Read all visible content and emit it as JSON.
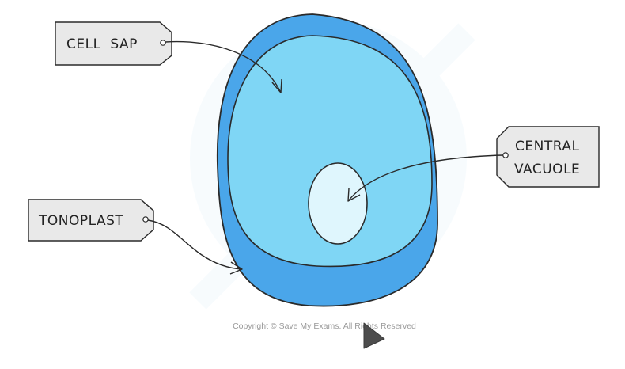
{
  "labels": {
    "cell_sap": "CELL  SAP",
    "central_vacuole_line1": "CENTRAL",
    "central_vacuole_line2": "VACUOLE",
    "tonoplast": "TONOPLAST"
  },
  "copyright": "Copyright © Save My Exams. All Rights Reserved",
  "colors": {
    "outer_wall": "#4aa6ea",
    "cytoplasm": "#7fd6f5",
    "vacuole": "#dff6fd",
    "tag_fill": "#e9e9e9",
    "outline": "#2a2a2a"
  },
  "icons": {
    "cursor": "mouse-pointer-icon"
  }
}
